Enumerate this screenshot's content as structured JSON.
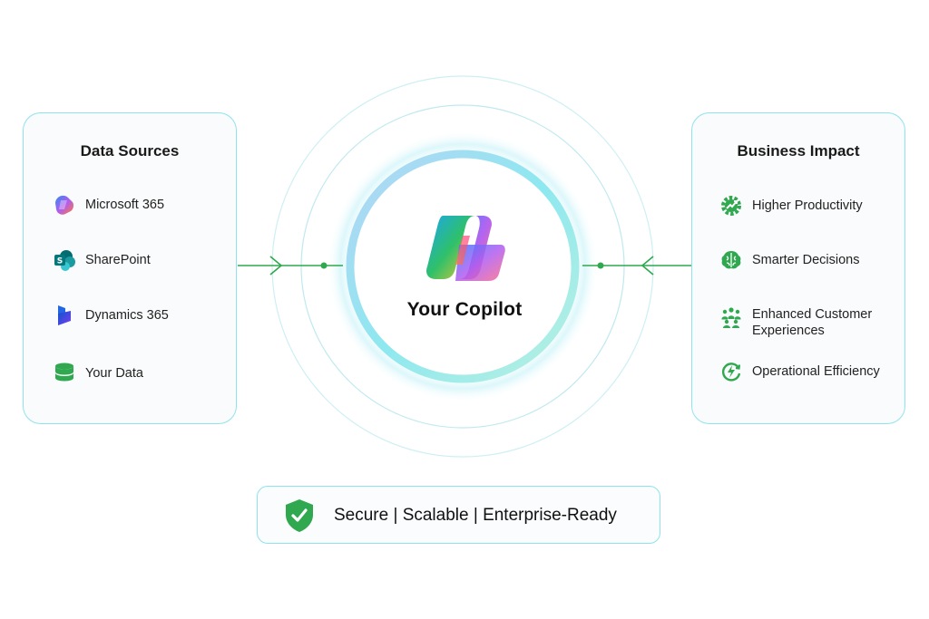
{
  "data_sources": {
    "title": "Data Sources",
    "items": [
      {
        "label": "Microsoft 365",
        "icon": "microsoft-365-icon"
      },
      {
        "label": "SharePoint",
        "icon": "sharepoint-icon"
      },
      {
        "label": "Dynamics 365",
        "icon": "dynamics-365-icon"
      },
      {
        "label": "Your Data",
        "icon": "database-icon"
      }
    ]
  },
  "center": {
    "title": "Your Copilot",
    "icon": "copilot-logo-icon"
  },
  "business_impact": {
    "title": "Business Impact",
    "items": [
      {
        "label": "Higher Productivity",
        "icon": "productivity-gear-icon"
      },
      {
        "label": "Smarter Decisions",
        "icon": "brain-icon"
      },
      {
        "label": "Enhanced Customer Experiences",
        "icon": "customers-icon"
      },
      {
        "label": "Operational Efficiency",
        "icon": "efficiency-bolt-icon"
      }
    ]
  },
  "footer": {
    "text": "Secure | Scalable | Enterprise-Ready",
    "icon": "shield-check-icon"
  },
  "colors": {
    "accent_green": "#2fa84f",
    "border_cyan": "#8fe3ec",
    "ring_cyan": "#7fe6f0",
    "ring_blue": "#a8c8f0"
  }
}
